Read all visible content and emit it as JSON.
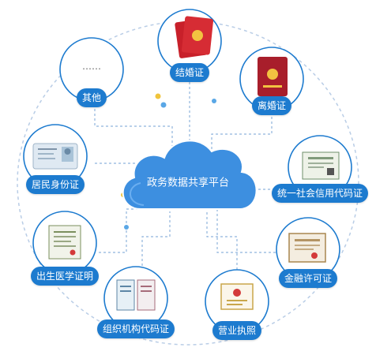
{
  "hub": {
    "label": "政务数据共享平台"
  },
  "nodes": [
    {
      "id": "marriage",
      "label": "结婚证",
      "icon": "red-certificate-icon"
    },
    {
      "id": "divorce",
      "label": "离婚证",
      "icon": "red-certificate-icon"
    },
    {
      "id": "credit-code",
      "label": "统一社会信用代码证",
      "icon": "license-document-icon"
    },
    {
      "id": "finance",
      "label": "金融许可证",
      "icon": "license-document-icon"
    },
    {
      "id": "business",
      "label": "营业执照",
      "icon": "license-document-icon"
    },
    {
      "id": "org-code",
      "label": "组织机构代码证",
      "icon": "license-document-icon"
    },
    {
      "id": "birth",
      "label": "出生医学证明",
      "icon": "license-document-icon"
    },
    {
      "id": "idcard",
      "label": "居民身份证",
      "icon": "id-card-icon"
    },
    {
      "id": "other",
      "label": "其他",
      "icon": "ellipsis-icon"
    }
  ],
  "other_placeholder": "……",
  "colors": {
    "accent": "#1d7bcf",
    "cloud": "#3d8fe0",
    "ring": "#b9cde6",
    "dot_yellow": "#f0c43c",
    "dot_blue": "#5aa7e6"
  }
}
